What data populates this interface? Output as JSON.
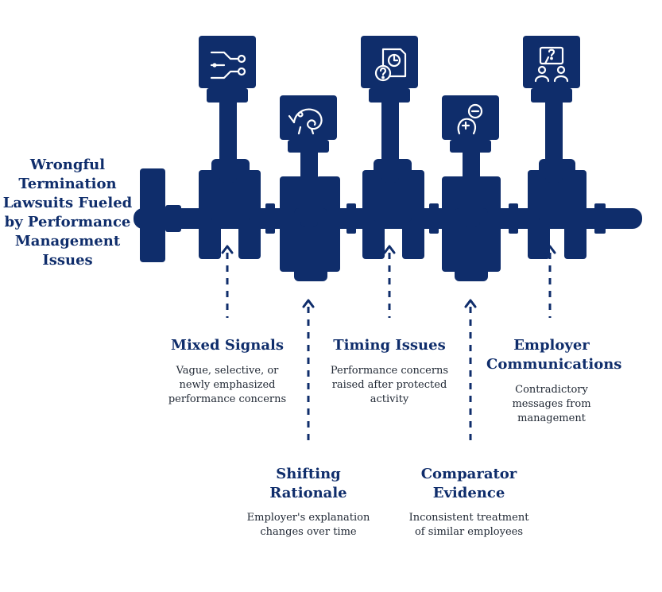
{
  "title": "Wrongful Termination Lawsuits Fueled by Performance Management Issues",
  "colors": {
    "primary": "#0f2d6b",
    "icon": "#ffffff",
    "text": "#222a36"
  },
  "items": [
    {
      "label": "Mixed Signals",
      "description": "Vague, selective, or newly emphasized performance concerns",
      "icon": "signal-flow-icon"
    },
    {
      "label": "Shifting Rationale",
      "description": "Employer's explanation changes over time",
      "icon": "chameleon-icon"
    },
    {
      "label": "Timing Issues",
      "description": "Performance concerns raised after protected activity",
      "icon": "document-clock-question-icon"
    },
    {
      "label": "Comparator Evidence",
      "description": "Inconsistent treatment of similar employees",
      "icon": "plus-minus-heads-icon"
    },
    {
      "label": "Employer Communications",
      "description": "Contradictory messages from management",
      "icon": "people-question-icon"
    }
  ]
}
